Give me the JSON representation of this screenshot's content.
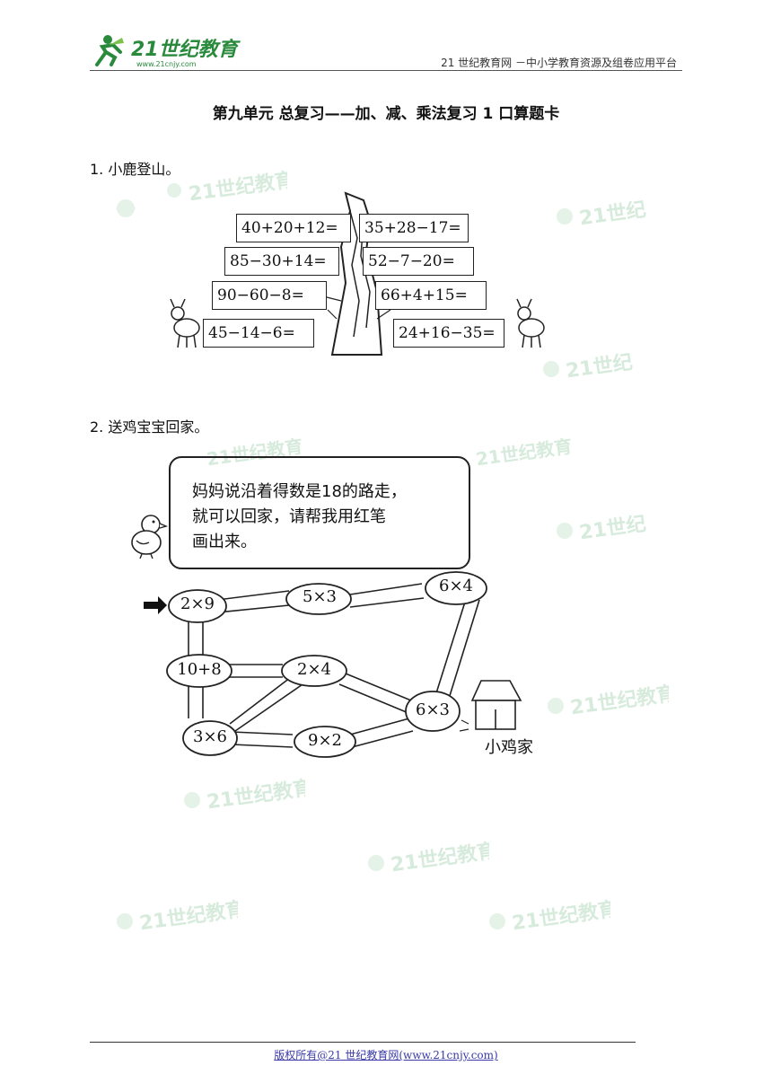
{
  "header": {
    "logo_text": "21世纪教育",
    "logo_sub": "www.21cnjy.com",
    "site_text": "21 世纪教育网 －中小学教育资源及组卷应用平台"
  },
  "title": "第九单元 总复习——加、减、乘法复习 1 口算题卡",
  "q1": {
    "label": "1. 小鹿登山。",
    "left_equations": [
      "40+20+12=",
      "85−30+14=",
      "90−60−8=",
      "45−14−6="
    ],
    "right_equations": [
      "35+28−17=",
      "52−7−20=",
      "66+4+15=",
      "24+16−35="
    ]
  },
  "q2": {
    "label": "2. 送鸡宝宝回家。",
    "speech_lines": [
      "妈妈说沿着得数是18的路走，",
      "就可以回家，请帮我用红笔",
      "画出来。"
    ],
    "nodes": {
      "n1": "2×9",
      "n2": "5×3",
      "n3": "6×4",
      "n4": "10+8",
      "n5": "2×4",
      "n6": "6×3",
      "n7": "3×6",
      "n8": "9×2"
    },
    "house_label": "小鸡家"
  },
  "footer": {
    "text": "版权所有@21 世纪教育网(www.21cnjy.com)"
  }
}
